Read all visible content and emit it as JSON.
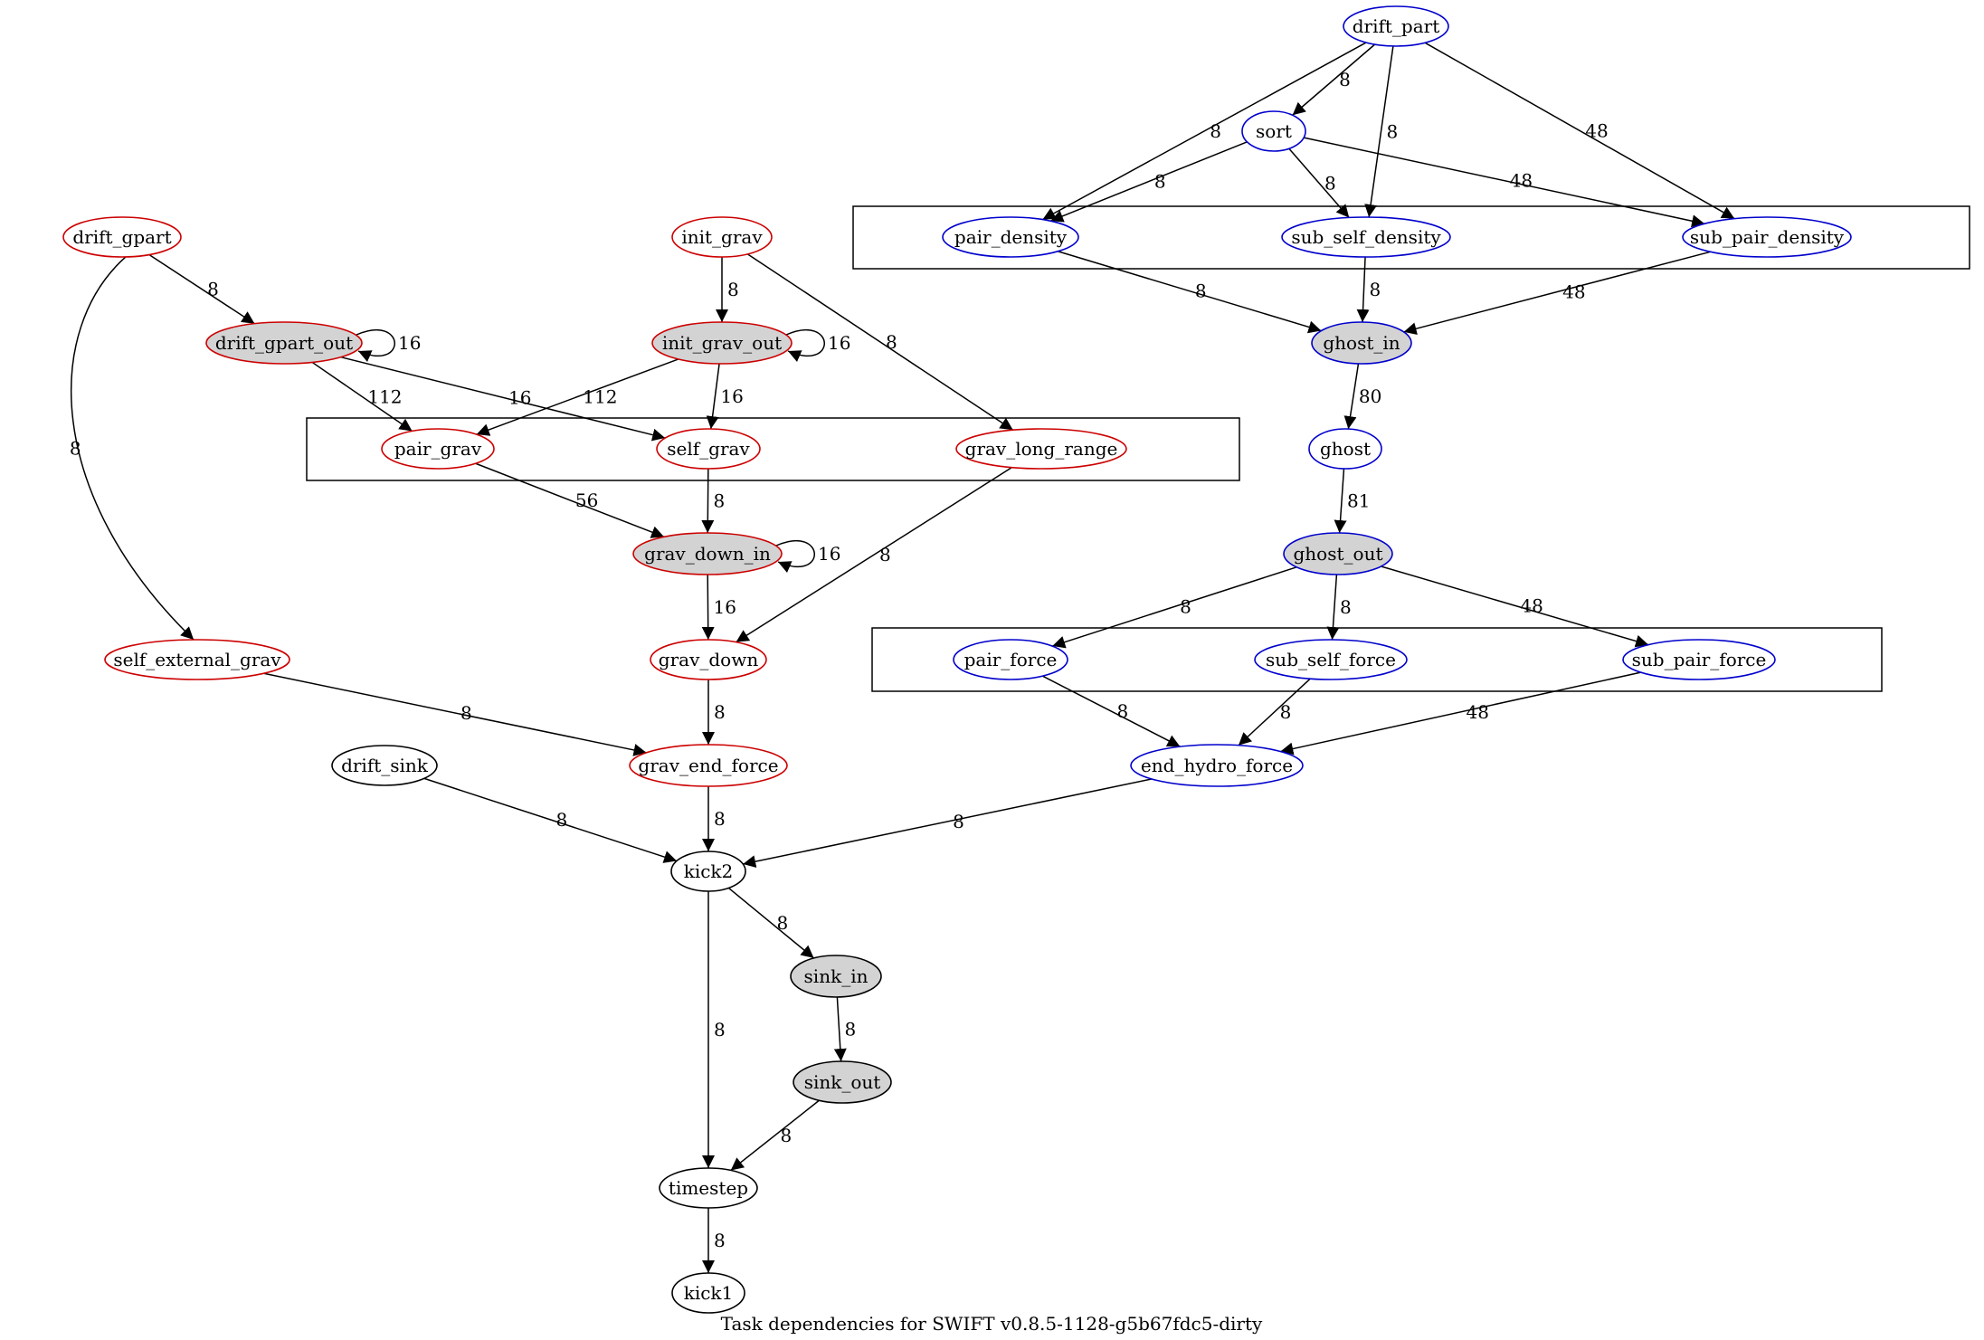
{
  "caption": "Task dependencies for SWIFT v0.8.5-1128-g5b67fdc5-dirty",
  "colors": {
    "gravity": "#cc0000",
    "hydro": "#0000cc",
    "other": "#000000",
    "filled": "#d3d3d3"
  },
  "nodes": [
    {
      "id": "drift_part",
      "label": "drift_part",
      "group": "hydro",
      "filled": false
    },
    {
      "id": "sort",
      "label": "sort",
      "group": "hydro",
      "filled": false
    },
    {
      "id": "pair_density",
      "label": "pair_density",
      "group": "hydro",
      "filled": false
    },
    {
      "id": "sub_self_density",
      "label": "sub_self_density",
      "group": "hydro",
      "filled": false
    },
    {
      "id": "sub_pair_density",
      "label": "sub_pair_density",
      "group": "hydro",
      "filled": false
    },
    {
      "id": "ghost_in",
      "label": "ghost_in",
      "group": "hydro",
      "filled": true
    },
    {
      "id": "ghost",
      "label": "ghost",
      "group": "hydro",
      "filled": false
    },
    {
      "id": "ghost_out",
      "label": "ghost_out",
      "group": "hydro",
      "filled": true
    },
    {
      "id": "pair_force",
      "label": "pair_force",
      "group": "hydro",
      "filled": false
    },
    {
      "id": "sub_self_force",
      "label": "sub_self_force",
      "group": "hydro",
      "filled": false
    },
    {
      "id": "sub_pair_force",
      "label": "sub_pair_force",
      "group": "hydro",
      "filled": false
    },
    {
      "id": "end_hydro_force",
      "label": "end_hydro_force",
      "group": "hydro",
      "filled": false
    },
    {
      "id": "drift_gpart",
      "label": "drift_gpart",
      "group": "gravity",
      "filled": false
    },
    {
      "id": "init_grav",
      "label": "init_grav",
      "group": "gravity",
      "filled": false
    },
    {
      "id": "drift_gpart_out",
      "label": "drift_gpart_out",
      "group": "gravity",
      "filled": true
    },
    {
      "id": "init_grav_out",
      "label": "init_grav_out",
      "group": "gravity",
      "filled": true
    },
    {
      "id": "pair_grav",
      "label": "pair_grav",
      "group": "gravity",
      "filled": false
    },
    {
      "id": "self_grav",
      "label": "self_grav",
      "group": "gravity",
      "filled": false
    },
    {
      "id": "grav_long_range",
      "label": "grav_long_range",
      "group": "gravity",
      "filled": false
    },
    {
      "id": "grav_down_in",
      "label": "grav_down_in",
      "group": "gravity",
      "filled": true
    },
    {
      "id": "grav_down",
      "label": "grav_down",
      "group": "gravity",
      "filled": false
    },
    {
      "id": "self_external_grav",
      "label": "self_external_grav",
      "group": "gravity",
      "filled": false
    },
    {
      "id": "grav_end_force",
      "label": "grav_end_force",
      "group": "gravity",
      "filled": false
    },
    {
      "id": "drift_sink",
      "label": "drift_sink",
      "group": "other",
      "filled": false
    },
    {
      "id": "kick2",
      "label": "kick2",
      "group": "other",
      "filled": false
    },
    {
      "id": "sink_in",
      "label": "sink_in",
      "group": "other",
      "filled": true
    },
    {
      "id": "sink_out",
      "label": "sink_out",
      "group": "other",
      "filled": true
    },
    {
      "id": "timestep",
      "label": "timestep",
      "group": "other",
      "filled": false
    },
    {
      "id": "kick1",
      "label": "kick1",
      "group": "other",
      "filled": false
    }
  ],
  "edges": [
    {
      "from": "drift_part",
      "to": "sort",
      "label": "8"
    },
    {
      "from": "drift_part",
      "to": "pair_density",
      "label": "8"
    },
    {
      "from": "drift_part",
      "to": "sub_self_density",
      "label": "8"
    },
    {
      "from": "drift_part",
      "to": "sub_pair_density",
      "label": "48"
    },
    {
      "from": "sort",
      "to": "pair_density",
      "label": "8"
    },
    {
      "from": "sort",
      "to": "sub_self_density",
      "label": "8"
    },
    {
      "from": "sort",
      "to": "sub_pair_density",
      "label": "48"
    },
    {
      "from": "pair_density",
      "to": "ghost_in",
      "label": "8"
    },
    {
      "from": "sub_self_density",
      "to": "ghost_in",
      "label": "8"
    },
    {
      "from": "sub_pair_density",
      "to": "ghost_in",
      "label": "48"
    },
    {
      "from": "ghost_in",
      "to": "ghost",
      "label": "80"
    },
    {
      "from": "ghost",
      "to": "ghost_out",
      "label": "81"
    },
    {
      "from": "ghost_out",
      "to": "pair_force",
      "label": "8"
    },
    {
      "from": "ghost_out",
      "to": "sub_self_force",
      "label": "8"
    },
    {
      "from": "ghost_out",
      "to": "sub_pair_force",
      "label": "48"
    },
    {
      "from": "pair_force",
      "to": "end_hydro_force",
      "label": "8"
    },
    {
      "from": "sub_self_force",
      "to": "end_hydro_force",
      "label": "8"
    },
    {
      "from": "sub_pair_force",
      "to": "end_hydro_force",
      "label": "48"
    },
    {
      "from": "end_hydro_force",
      "to": "kick2",
      "label": "8"
    },
    {
      "from": "drift_gpart",
      "to": "drift_gpart_out",
      "label": "8"
    },
    {
      "from": "drift_gpart",
      "to": "self_external_grav",
      "label": "8"
    },
    {
      "from": "drift_gpart_out",
      "to": "drift_gpart_out",
      "label": "16"
    },
    {
      "from": "drift_gpart_out",
      "to": "pair_grav",
      "label": "112"
    },
    {
      "from": "drift_gpart_out",
      "to": "self_grav",
      "label": "16"
    },
    {
      "from": "init_grav",
      "to": "init_grav_out",
      "label": "8"
    },
    {
      "from": "init_grav",
      "to": "grav_long_range",
      "label": "8"
    },
    {
      "from": "init_grav_out",
      "to": "init_grav_out",
      "label": "16"
    },
    {
      "from": "init_grav_out",
      "to": "pair_grav",
      "label": "112"
    },
    {
      "from": "init_grav_out",
      "to": "self_grav",
      "label": "16"
    },
    {
      "from": "pair_grav",
      "to": "grav_down_in",
      "label": "56"
    },
    {
      "from": "self_grav",
      "to": "grav_down_in",
      "label": "8"
    },
    {
      "from": "grav_down_in",
      "to": "grav_down_in",
      "label": "16"
    },
    {
      "from": "grav_down_in",
      "to": "grav_down",
      "label": "16"
    },
    {
      "from": "grav_long_range",
      "to": "grav_down",
      "label": "8"
    },
    {
      "from": "grav_down",
      "to": "grav_end_force",
      "label": "8"
    },
    {
      "from": "self_external_grav",
      "to": "grav_end_force",
      "label": "8"
    },
    {
      "from": "grav_end_force",
      "to": "kick2",
      "label": "8"
    },
    {
      "from": "drift_sink",
      "to": "kick2",
      "label": "8"
    },
    {
      "from": "kick2",
      "to": "sink_in",
      "label": "8"
    },
    {
      "from": "kick2",
      "to": "timestep",
      "label": "8"
    },
    {
      "from": "sink_in",
      "to": "sink_out",
      "label": "8"
    },
    {
      "from": "sink_out",
      "to": "timestep",
      "label": "8"
    },
    {
      "from": "timestep",
      "to": "kick1",
      "label": "8"
    }
  ],
  "clusters": [
    {
      "id": "density-cluster",
      "members": [
        "pair_density",
        "sub_self_density",
        "sub_pair_density"
      ]
    },
    {
      "id": "grav-cluster",
      "members": [
        "pair_grav",
        "self_grav",
        "grav_long_range"
      ]
    },
    {
      "id": "force-cluster",
      "members": [
        "pair_force",
        "sub_self_force",
        "sub_pair_force"
      ]
    }
  ]
}
